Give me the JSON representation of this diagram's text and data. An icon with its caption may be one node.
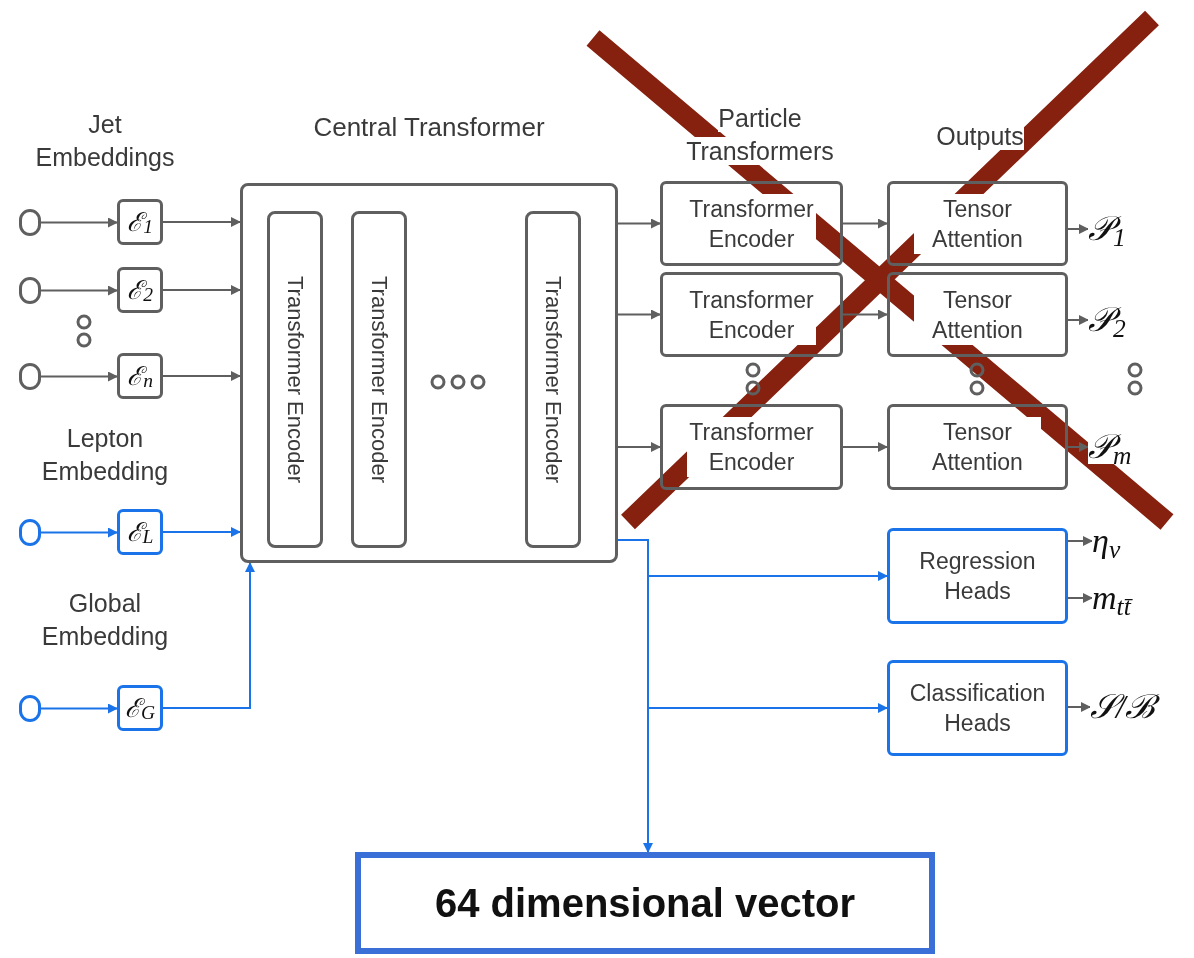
{
  "diagram": {
    "nodes": [
      {
        "text": [
          "Central Transformer"
        ]
      },
      {
        "text": [
          "Transformer Encoder"
        ],
        "in": 0
      },
      {
        "text": [
          "Transformer Encoder"
        ],
        "in": 0
      },
      {
        "text": [
          "Transformer Encoder"
        ],
        "in": 0
      },
      {
        "text": [],
        "shape": "circle"
      },
      {
        "text": [
          "ℰ$_{1}$"
        ]
      },
      {
        "text": [],
        "shape": "circle"
      },
      {
        "text": [
          "ℰ$_{2}$"
        ]
      },
      {
        "text": [],
        "shape": "circle"
      },
      {
        "text": [
          "ℰ$_{n}$"
        ]
      },
      {
        "text": [],
        "shape": "circle"
      },
      {
        "text": [
          "ℰ$_{L}$"
        ]
      },
      {
        "text": [],
        "shape": "circle"
      },
      {
        "text": [
          "ℰ$_{G}$"
        ]
      },
      {
        "text": [
          "Transformer Encoder"
        ]
      },
      {
        "text": [
          "Transformer Encoder"
        ]
      },
      {
        "text": [
          "Transformer Encoder"
        ]
      },
      {
        "text": [
          "Tensor Attention"
        ]
      },
      {
        "text": [
          "Tensor Attention"
        ]
      },
      {
        "text": [
          "Tensor Attention"
        ]
      },
      {
        "text": [
          "𝒫$_{1}$"
        ]
      },
      {
        "text": [
          "𝒫$_{2}$"
        ]
      },
      {
        "text": [
          "𝒫$_{m}$"
        ]
      },
      {
        "text": [
          "Regression Heads"
        ]
      },
      {
        "text": [
          "Classification Heads"
        ]
      },
      {
        "text": [
          "η$_{ν}$"
        ]
      },
      {
        "text": [
          "m$_{tt̄}$"
        ]
      },
      {
        "text": [
          "𝒮/ℬ"
        ]
      },
      {
        "text": [
          "64 dimensional vector"
        ]
      }
    ],
    "edges": [
      {
        "from": 4,
        "to": 5,
        "arrow": "to"
      },
      {
        "from": 5,
        "to": 0,
        "arrow": "to"
      },
      {
        "from": 6,
        "to": 7,
        "arrow": "to"
      },
      {
        "from": 7,
        "to": 0,
        "arrow": "to"
      },
      {
        "from": 8,
        "to": 9,
        "arrow": "to"
      },
      {
        "from": 9,
        "to": 0,
        "arrow": "to"
      },
      {
        "from": 10,
        "to": 11,
        "arrow": "to",
        "color": "#1a73e8"
      },
      {
        "from": 11,
        "to": 0,
        "arrow": "to",
        "color": "#1a73e8"
      },
      {
        "from": 12,
        "to": 13,
        "arrow": "to",
        "color": "#1a73e8"
      },
      {
        "from": 13,
        "to": 0,
        "arrow": "to",
        "color": "#1a73e8"
      },
      {
        "from": 0,
        "to": 14,
        "arrow": "to"
      },
      {
        "from": 0,
        "to": 15,
        "arrow": "to"
      },
      {
        "from": 0,
        "to": 16,
        "arrow": "to"
      },
      {
        "from": 14,
        "to": 17,
        "arrow": "to"
      },
      {
        "from": 15,
        "to": 18,
        "arrow": "to"
      },
      {
        "from": 16,
        "to": 19,
        "arrow": "to"
      },
      {
        "from": 17,
        "to": 20,
        "arrow": "to"
      },
      {
        "from": 18,
        "to": 21,
        "arrow": "to"
      },
      {
        "from": 19,
        "to": 22,
        "arrow": "to"
      },
      {
        "from": 0,
        "to": 23,
        "arrow": "to",
        "color": "#1a73e8"
      },
      {
        "from": 0,
        "to": 24,
        "arrow": "to",
        "color": "#1a73e8"
      },
      {
        "from": 0,
        "to": 28,
        "arrow": "to",
        "color": "#1a73e8"
      },
      {
        "from": 23,
        "to": 25,
        "arrow": "to"
      },
      {
        "from": 23,
        "to": 26,
        "arrow": "to"
      },
      {
        "from": 24,
        "to": 27,
        "arrow": "to"
      }
    ],
    "labels": [
      "Jet Embeddings",
      "Lepton Embedding",
      "Global Embedding",
      "Particle Transformers",
      "Outputs"
    ]
  }
}
